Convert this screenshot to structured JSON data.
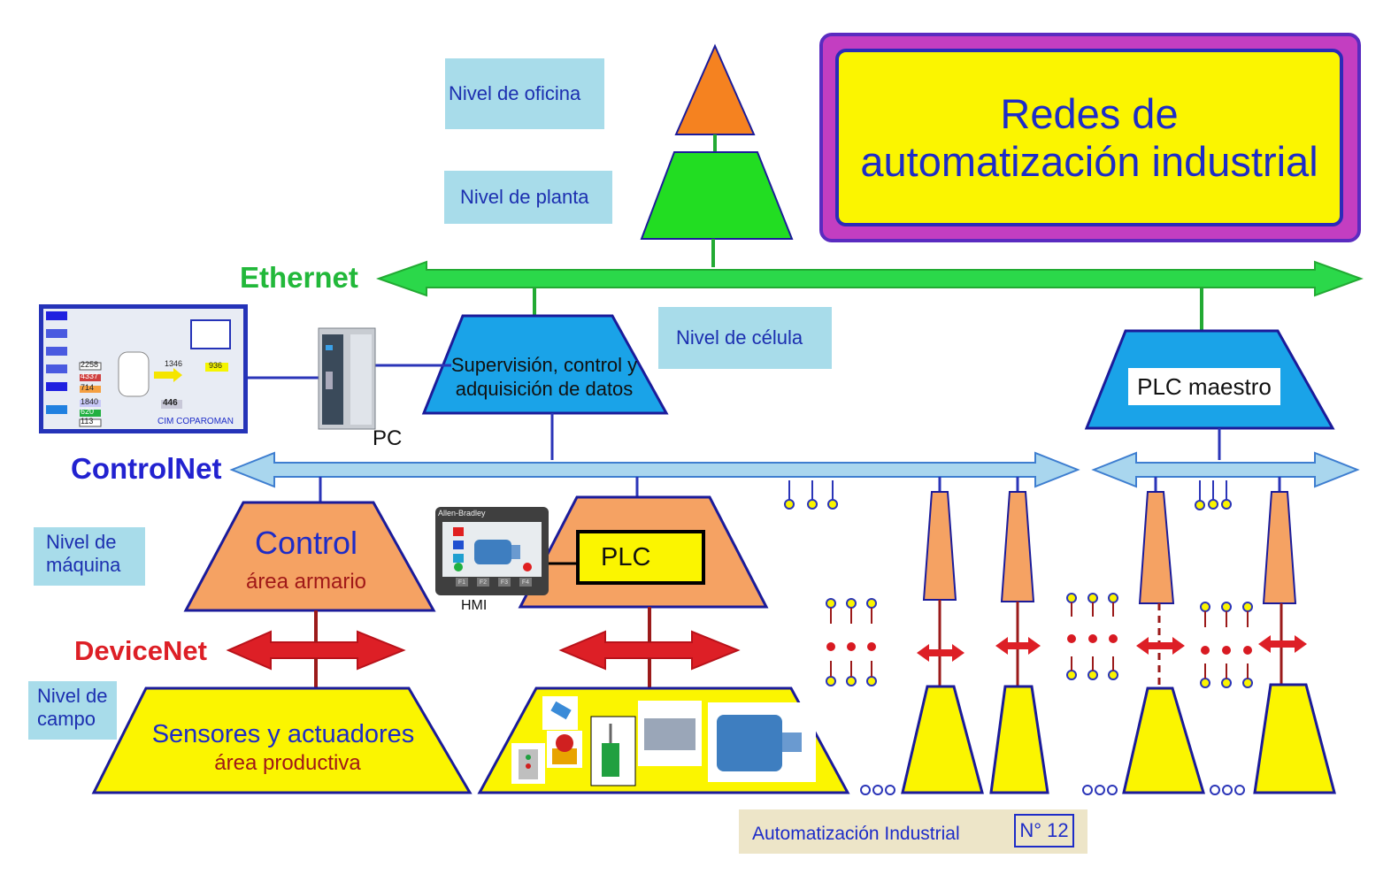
{
  "title": "Redes de automatización industrial",
  "levels": {
    "oficina": "Nivel de oficina",
    "planta": "Nivel de planta",
    "celula": "Nivel de célula",
    "maquina": "Nivel de máquina",
    "campo": "Nivel de campo"
  },
  "networks": {
    "ethernet": "Ethernet",
    "controlnet": "ControlNet",
    "devicenet": "DeviceNet"
  },
  "nodes": {
    "supervision": "Supervisión, control y adquisición de datos",
    "plc_master": "PLC maestro",
    "control": "Control",
    "control_area": "área armario",
    "plc": "PLC",
    "hmi": "HMI",
    "pc": "PC",
    "sensors": "Sensores y actuadores",
    "sensors_area": "área productiva"
  },
  "scada_panel": {
    "label": "CIM COPAROMAN",
    "values": [
      "2258",
      "4337",
      "714",
      "1840",
      "620",
      "113",
      "1346",
      "936",
      "446"
    ]
  },
  "hmi_brand": "Allen-Bradley",
  "hmi_keys": [
    "F1",
    "F2",
    "F3",
    "F4"
  ],
  "footer": {
    "text": "Automatización Industrial",
    "number": "N° 12"
  },
  "colors": {
    "ethernet": "#22cc44",
    "controlnet": "#a9d6ee",
    "devicenet": "#dd1f26",
    "trapezoid_blue": "#1aa3e8",
    "trapezoid_orange": "#f5a263",
    "trapezoid_yellow": "#fbf500",
    "title_frame": "#c33ec1"
  }
}
